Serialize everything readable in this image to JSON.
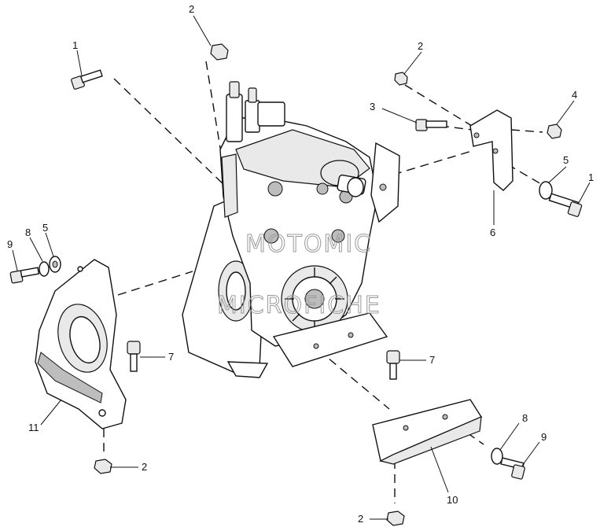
{
  "callouts": {
    "c1a": "1",
    "c1b": "1",
    "c2a": "2",
    "c2b": "2",
    "c2c": "2",
    "c2d": "2",
    "c3": "3",
    "c4": "4",
    "c5a": "5",
    "c5b": "5",
    "c6": "6",
    "c7a": "7",
    "c7b": "7",
    "c8a": "8",
    "c8b": "8",
    "c9a": "9",
    "c9b": "9",
    "c10": "10",
    "c11": "11"
  },
  "watermark": {
    "line1": "MOTOMIC",
    "line2": "MICROFICHE"
  },
  "colors": {
    "ink": "#111111",
    "shade": "#bdbdbd",
    "watermark": "#9a9a9a"
  }
}
